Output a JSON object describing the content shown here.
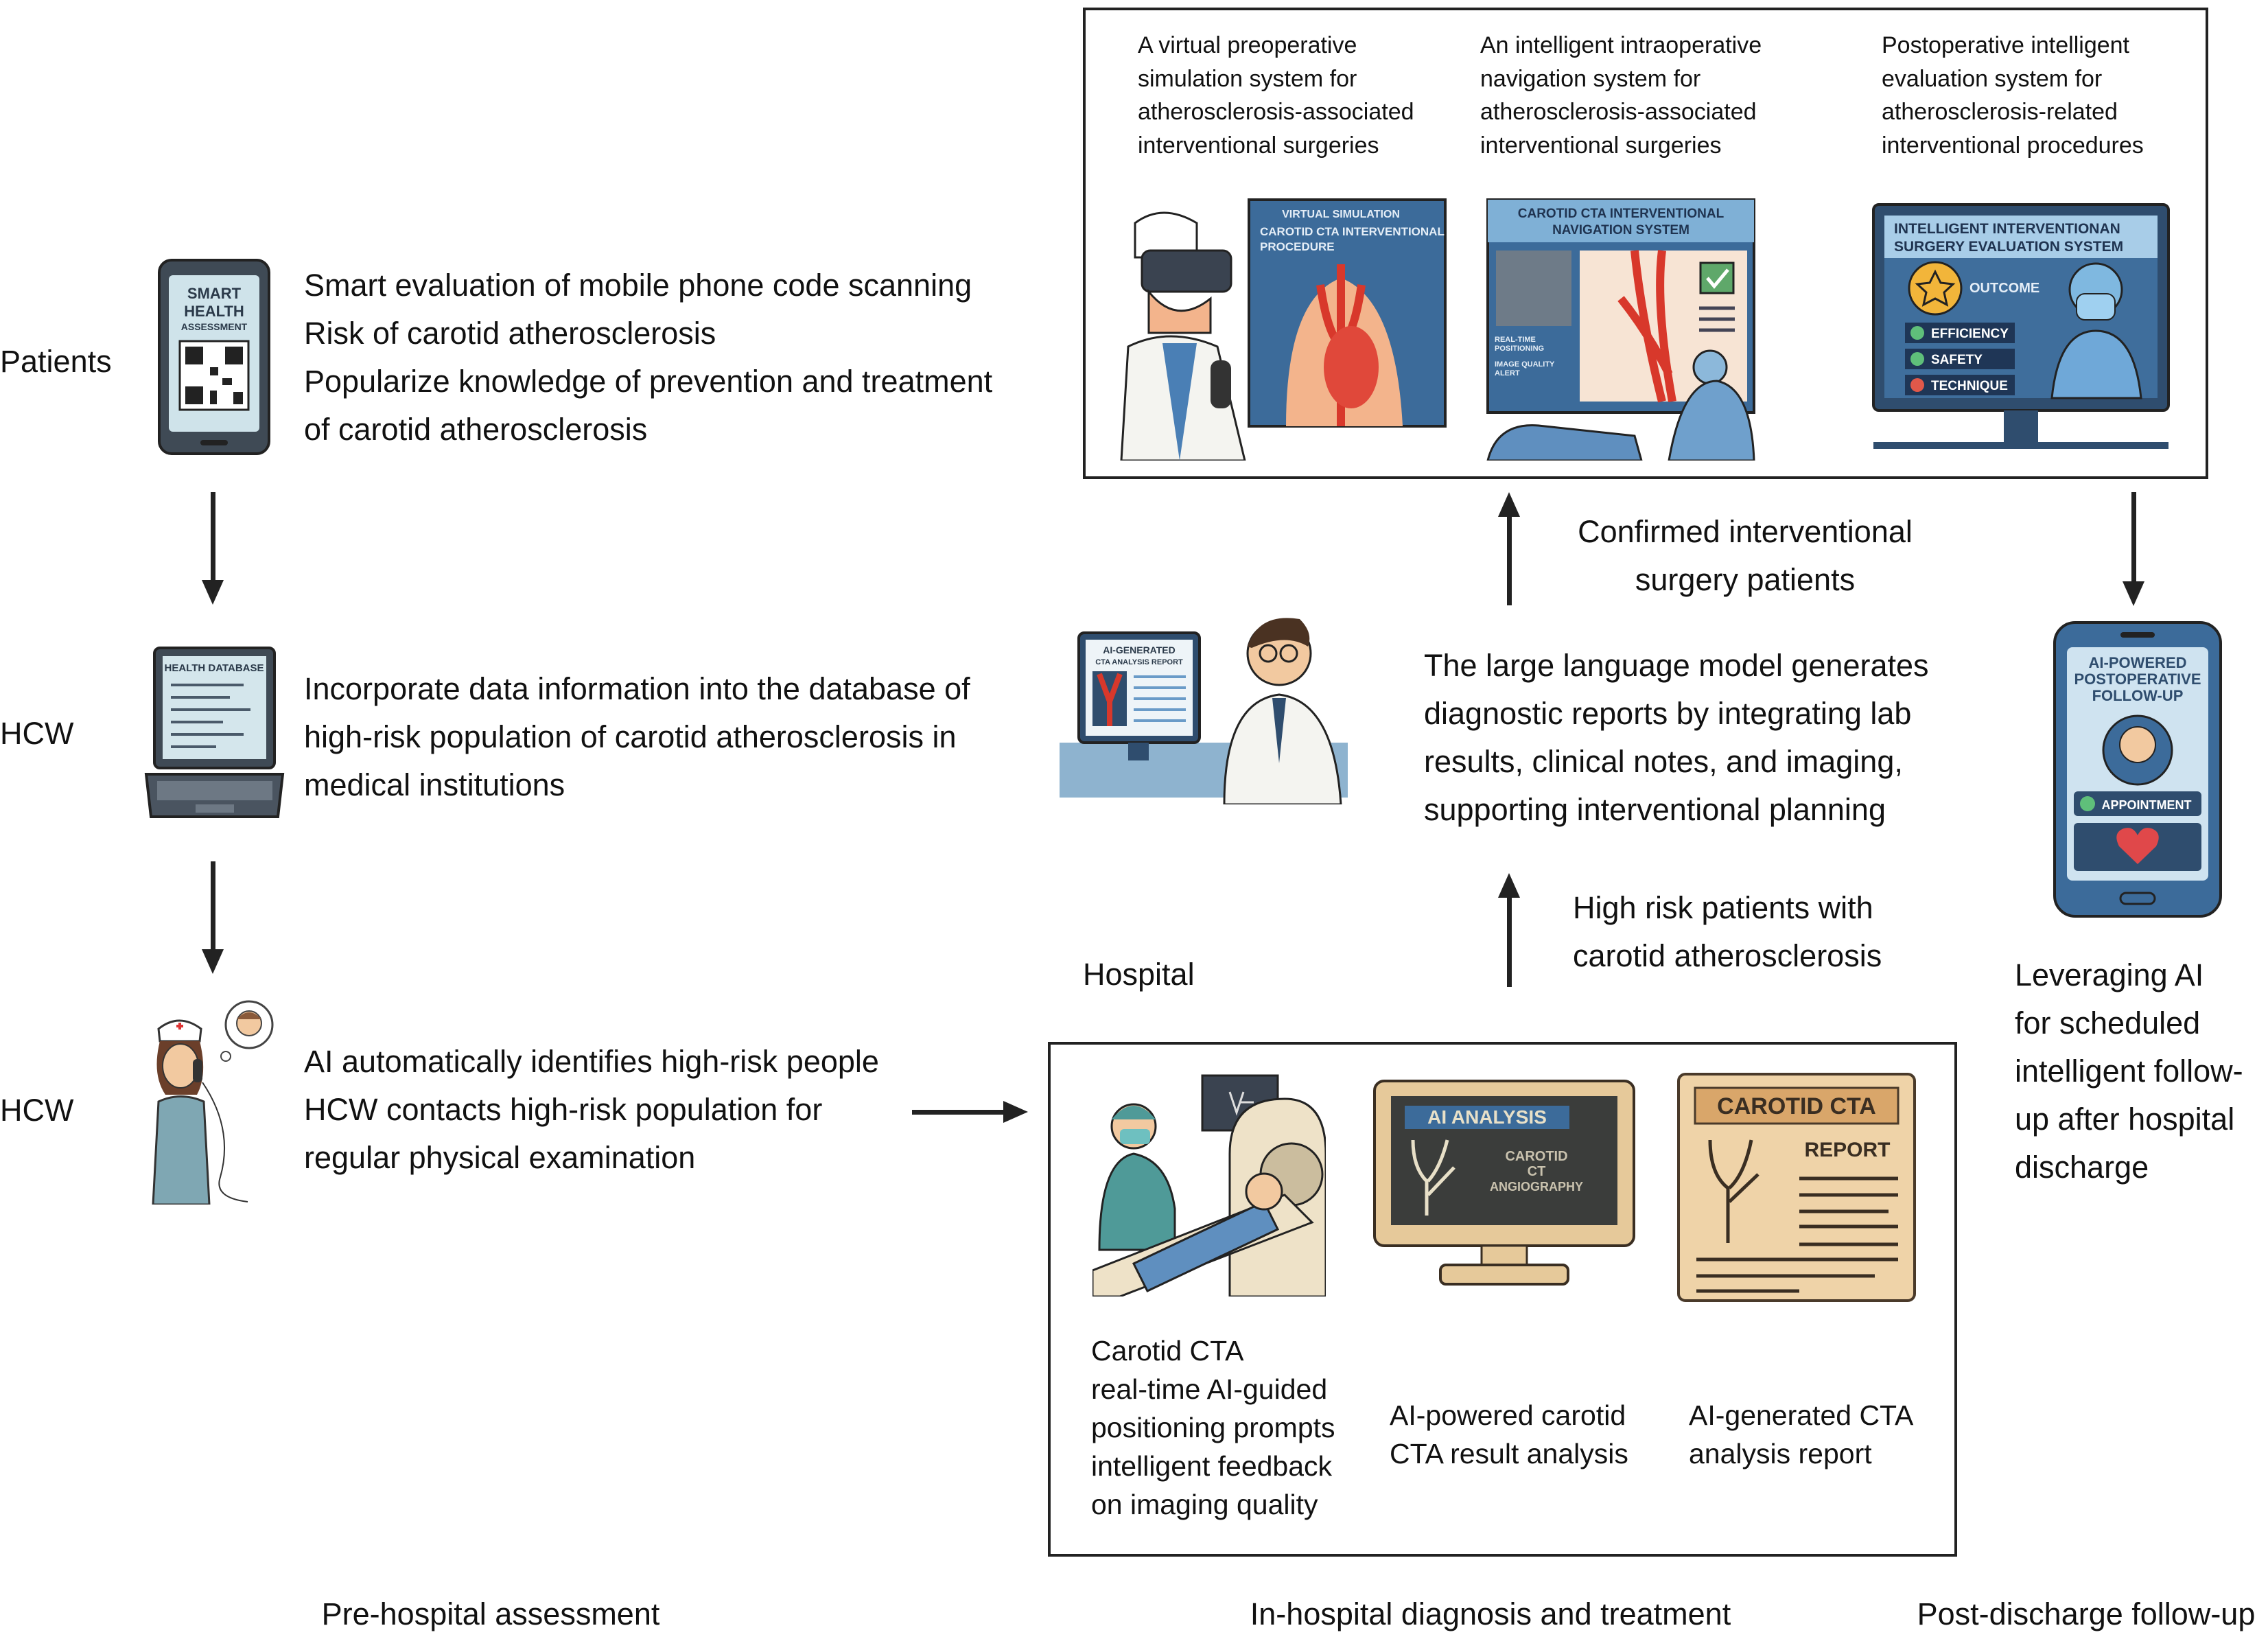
{
  "rows": {
    "patients_label": "Patients",
    "hcw_label_1": "HCW",
    "hcw_label_2": "HCW"
  },
  "prehospital": {
    "patients_lines": [
      "Smart evaluation of mobile phone code scanning",
      "Risk of carotid atherosclerosis",
      "Popularize knowledge of prevention and treatment",
      "of carotid atherosclerosis"
    ],
    "database_lines": [
      "Incorporate data information into the database of",
      "high-risk population of carotid atherosclerosis in",
      "medical institutions"
    ],
    "ai_lines": [
      "AI automatically identifies high-risk people",
      "HCW contacts high-risk population for",
      "regular physical examination"
    ],
    "phone_screen": [
      "SMART",
      "HEALTH",
      "ASSESSMENT"
    ],
    "laptop_screen": "HEALTH DATABASE"
  },
  "surgery": {
    "captions": [
      [
        "A virtual preoperative",
        "simulation system for",
        "atherosclerosis-associated",
        "interventional surgeries"
      ],
      [
        "An intelligent intraoperative",
        "navigation system for",
        "atherosclerosis-associated",
        "interventional surgeries"
      ],
      [
        "Postoperative intelligent",
        "evaluation system for",
        "atherosclerosis-related",
        "interventional procedures"
      ]
    ],
    "vr_panel": [
      "VIRTUAL SIMULATION",
      "CAROTID CTA INTERVENTIONAL",
      "PROCEDURE"
    ],
    "nav_panel": {
      "title": [
        "CAROTID CTA INTERVENTIONAL",
        "NAVIGATION SYSTEM"
      ],
      "bullets": [
        "REAL-TIME POSITIONING",
        "IMAGE QUALITY ALERT"
      ]
    },
    "eval_panel": {
      "title": [
        "INTELLIGENT INTERVENTIONAN",
        "SURGERY EVALUATION SYSTEM"
      ],
      "outcome": "OUTCOME",
      "items": [
        "EFFICIENCY",
        "SAFETY",
        "TECHNIQUE"
      ]
    }
  },
  "hospital": {
    "confirmed_lines": [
      "Confirmed interventional",
      "surgery patients"
    ],
    "llm_lines": [
      "The large language model generates",
      "diagnostic reports by integrating lab",
      "results, clinical notes, and imaging,",
      "supporting interventional planning"
    ],
    "high_risk_lines": [
      "High risk patients with",
      "carotid atherosclerosis"
    ],
    "hospital_label": "Hospital",
    "doctor_screen": [
      "AI-GENERATED",
      "CTA ANALYSIS REPORT"
    ],
    "cta_captions": [
      [
        "Carotid CTA",
        "real-time AI-guided",
        "positioning prompts",
        "intelligent feedback",
        "on imaging quality"
      ],
      [
        "AI-powered carotid",
        "CTA result analysis"
      ],
      [
        "AI-generated CTA",
        "analysis report"
      ]
    ],
    "ai_monitor": {
      "title": "AI ANALYSIS",
      "lines": [
        "CAROTID",
        "CT",
        "ANGIOGRAPHY"
      ]
    },
    "report_doc": {
      "title": "CAROTID CTA",
      "subtitle": "REPORT"
    }
  },
  "followup": {
    "phone_title": [
      "AI-POWERED",
      "POSTOPERATIVE",
      "FOLLOW-UP"
    ],
    "appointment": "APPOINTMENT",
    "lines": [
      "Leveraging AI",
      "for scheduled",
      "intelligent follow-",
      "up after hospital",
      "discharge"
    ]
  },
  "footer": {
    "pre": "Pre-hospital assessment",
    "in": "In-hospital diagnosis and treatment",
    "post": "Post-discharge follow-up"
  }
}
